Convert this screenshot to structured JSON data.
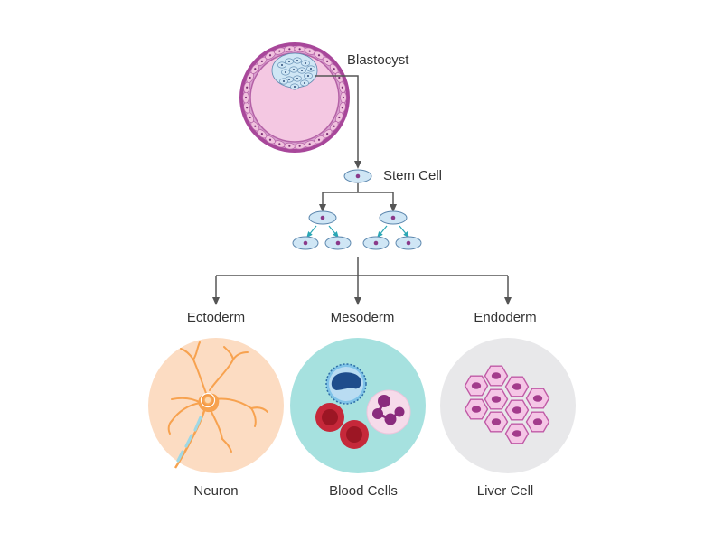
{
  "labels": {
    "blastocyst": "Blastocyst",
    "stem_cell": "Stem Cell",
    "ectoderm": "Ectoderm",
    "mesoderm": "Mesoderm",
    "endoderm": "Endoderm",
    "neuron": "Neuron",
    "blood_cells": "Blood Cells",
    "liver_cell": "Liver Cell"
  },
  "colors": {
    "arrow": "#555555",
    "teal_arrow": "#2aa7b5",
    "zona": "#a8479a",
    "cavity": "#f1c9e0",
    "cell_fill": "#cfe6f5",
    "cell_stroke": "#5b86ad",
    "nucleus": "#8a3a8a",
    "neuron_bg": "#fcdcc2",
    "neuron": "#f7a24f",
    "blood_bg": "#a6e1df",
    "red_cell": "#c6283a",
    "lymphocyte": "#1f4d8c",
    "liver_bg": "#e8e8ea",
    "liver_cell": "#f5c6e6",
    "liver_nucleus": "#a33b8c"
  }
}
